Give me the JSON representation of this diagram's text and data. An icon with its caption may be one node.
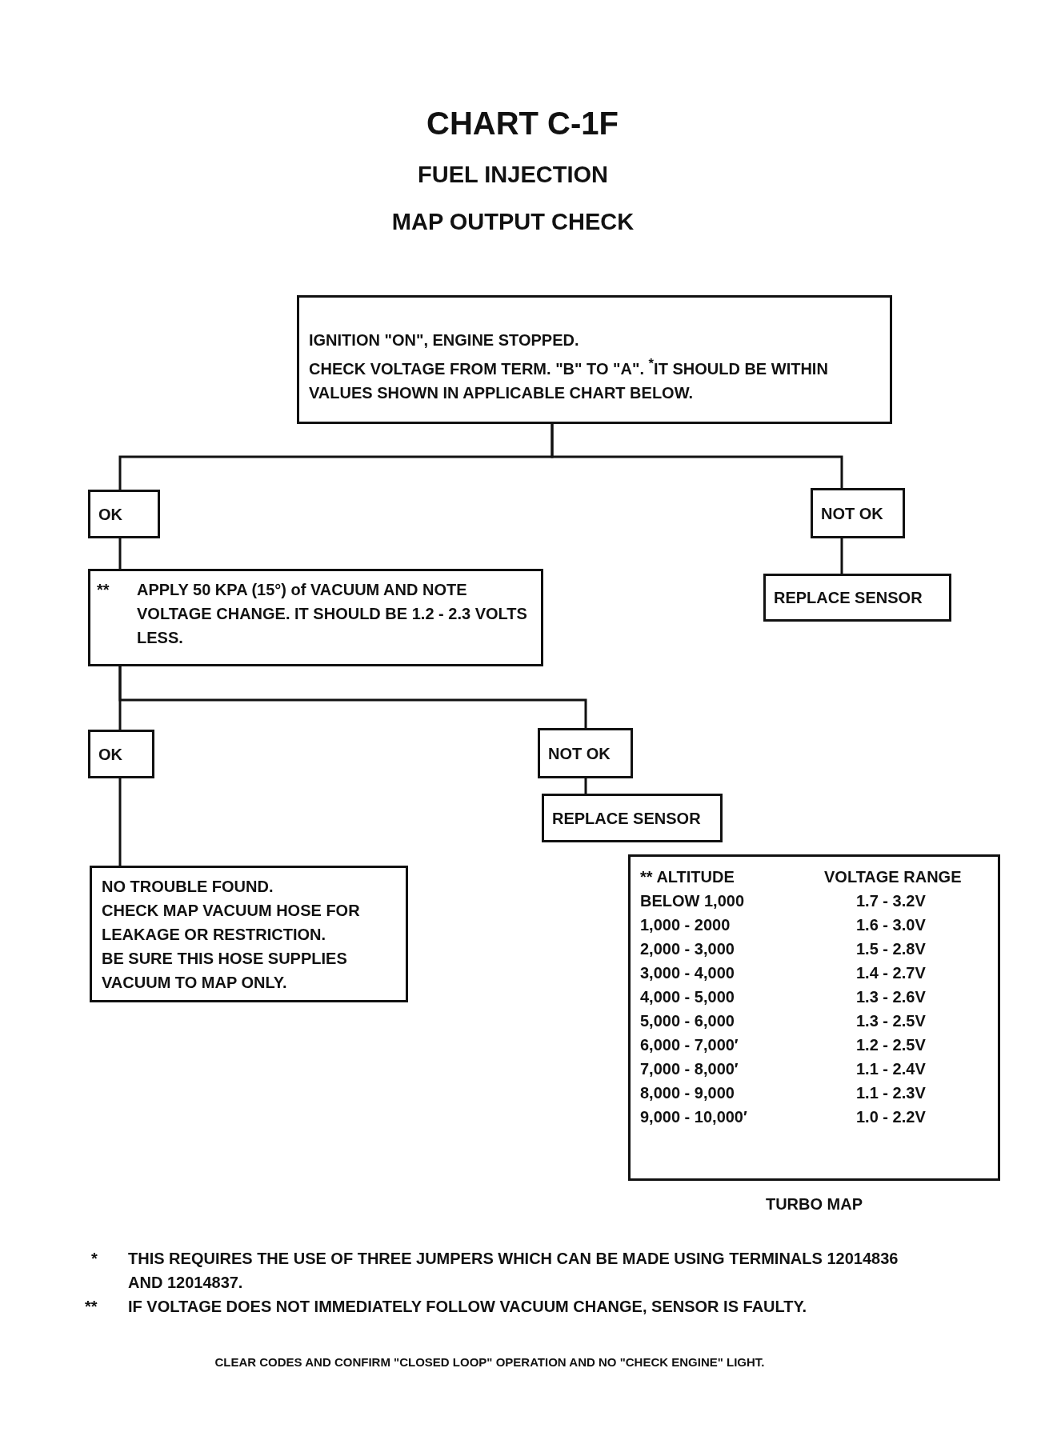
{
  "diagram": {
    "title": "CHART C-1F",
    "nodes": [
      {
        "text": [
          "IGNITION \"ON\", ENGINE STOPPED.",
          "CHECK VOLTAGE FROM TERM. \"B\" TO \"A\". $^{*}$IT SHOULD BE WITHIN VALUES SHOWN IN APPLICABLE CHART BELOW."
        ]
      },
      {
        "text": [
          "OK"
        ]
      },
      {
        "text": [
          "NOT OK"
        ]
      },
      {
        "text": [
          "REPLACE SENSOR"
        ]
      },
      {
        "text": [
          "**",
          "APPLY 50 KPA (15°) of VACUUM AND NOTE VOLTAGE CHANGE.  IT SHOULD BE 1.2  -  2.3 VOLTS LESS."
        ]
      },
      {
        "text": [
          "OK"
        ]
      },
      {
        "text": [
          "NOT OK"
        ]
      },
      {
        "text": [
          "REPLACE SENSOR"
        ]
      },
      {
        "text": [
          "NO TROUBLE FOUND.",
          "CHECK MAP VACUUM HOSE FOR LEAKAGE OR RESTRICTION.",
          "BE SURE THIS HOSE SUPPLIES VACUUM TO MAP ONLY."
        ]
      },
      {
        "text": [
          "** ALTITUDE",
          "VOLTAGE RANGE",
          "BELOW 1,000",
          "1.7 - 3.2V",
          "1,000 - 2000",
          "1.6 - 3.0V",
          "2,000 - 3,000",
          "1.5 - 2.8V",
          "3,000 - 4,000",
          "1.4 - 2.7V",
          "4,000 - 5,000",
          "1.3 - 2.6V",
          "5,000 - 6,000",
          "1.3 - 2.5V",
          "6,000 - 7,000′",
          "1.2 - 2.5V",
          "7,000 - 8,000′",
          "1.1 - 2.4V",
          "8,000 - 9,000",
          "1.1 - 2.3V",
          "9,000 - 10,000′",
          "1.0 - 2.2V"
        ],
        "beside": [
          "TURBO MAP"
        ]
      }
    ],
    "edges": [
      {
        "from": 0,
        "to": 1,
        "arrow": "none"
      },
      {
        "from": 0,
        "to": 2,
        "arrow": "none"
      },
      {
        "from": 1,
        "to": 4,
        "arrow": "none"
      },
      {
        "from": 2,
        "to": 3,
        "arrow": "none"
      },
      {
        "from": 4,
        "to": 5,
        "arrow": "none"
      },
      {
        "from": 4,
        "to": 6,
        "arrow": "none"
      },
      {
        "from": 6,
        "to": 7,
        "arrow": "none"
      },
      {
        "from": 5,
        "to": 8,
        "arrow": "none"
      }
    ],
    "labels": [
      "FUEL INJECTION",
      "MAP OUTPUT CHECK",
      "*",
      "THIS REQUIRES THE USE OF THREE JUMPERS WHICH CAN BE MADE USING TERMINALS 12014836 AND 12014837.",
      "**",
      "IF VOLTAGE DOES NOT IMMEDIATELY FOLLOW VACUUM CHANGE, SENSOR IS FAULTY.",
      "CLEAR CODES AND CONFIRM \"CLOSED LOOP\" OPERATION AND NO \"CHECK ENGINE\" LIGHT."
    ]
  }
}
